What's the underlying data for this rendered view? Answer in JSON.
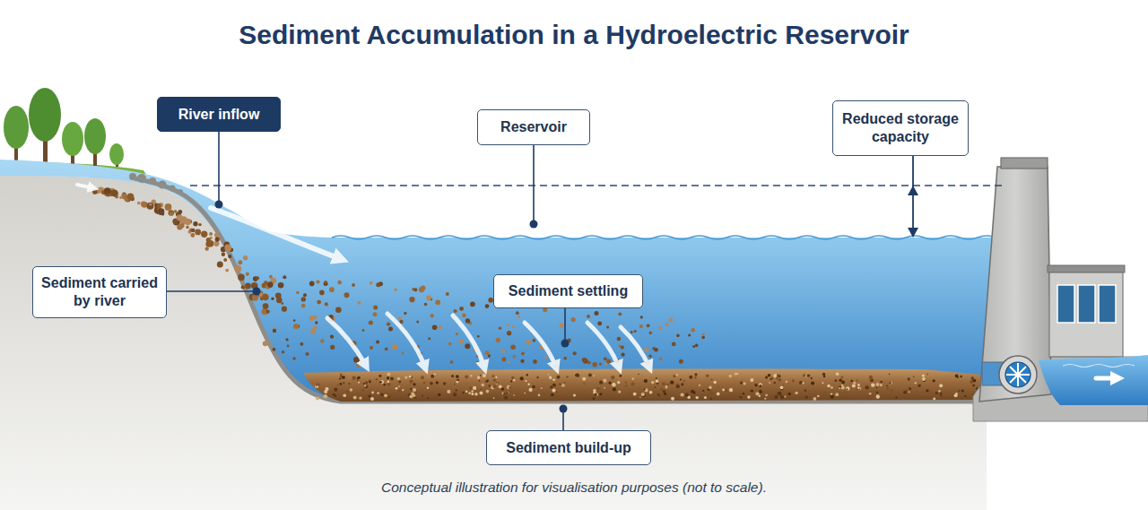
{
  "diagram": {
    "title": "Sediment Accumulation in a Hydroelectric Reservoir",
    "caption": "Conceptual illustration for visualisation purposes (not to scale).",
    "nodes": [
      {
        "text": [
          "River inflow"
        ]
      },
      {
        "text": [
          "Reservoir"
        ]
      },
      {
        "text": [
          "Reduced storage capacity"
        ]
      },
      {
        "text": [
          "Sediment carried by river"
        ]
      },
      {
        "text": [
          "Sediment settling"
        ]
      },
      {
        "text": [
          "Sediment build-up"
        ]
      }
    ]
  }
}
